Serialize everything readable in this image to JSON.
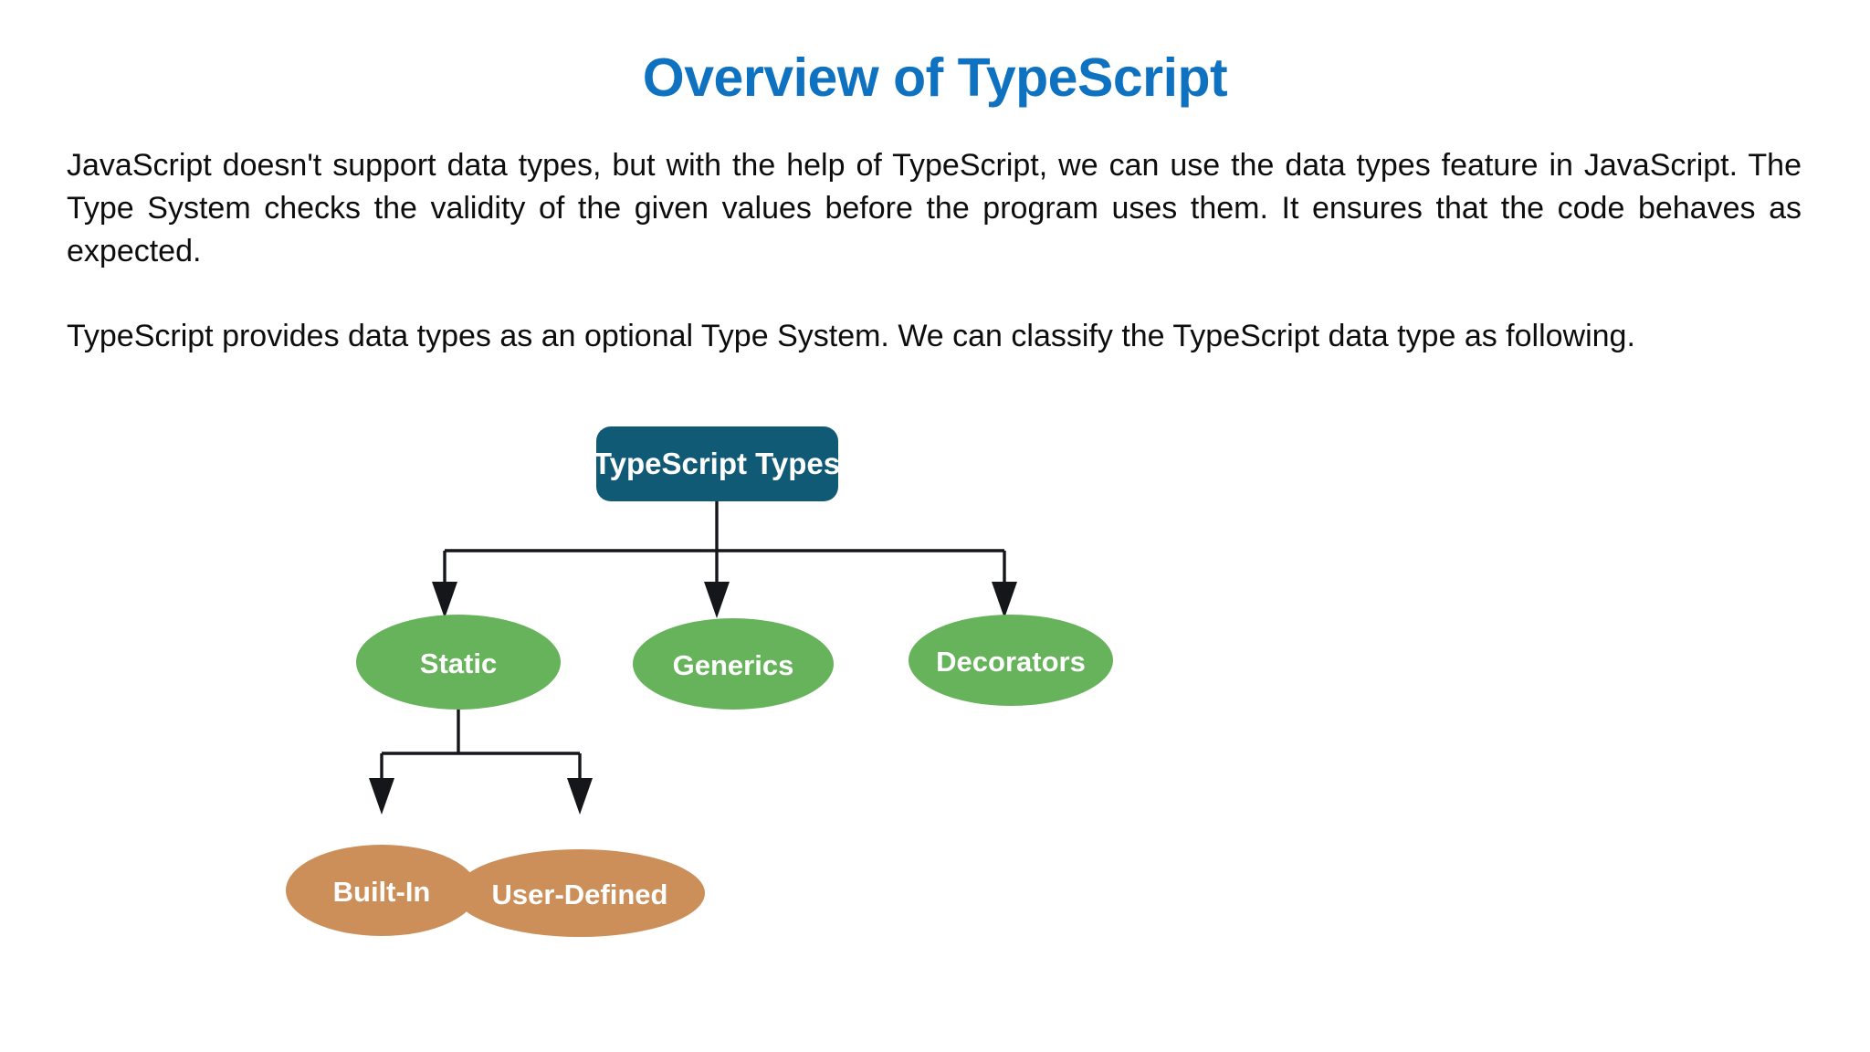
{
  "slide": {
    "title": "Overview of TypeScript",
    "title_color": "#0F72C0",
    "background_color": "#ffffff"
  },
  "body": {
    "paragraph_1": "JavaScript doesn't support data types, but with the help of TypeScript, we can use the data types feature in JavaScript. The Type System checks the validity of the given values before the program uses them. It ensures that the code behaves as expected.",
    "paragraph_2": "TypeScript provides data types as an optional Type System. We can classify the TypeScript data type as following."
  },
  "chart_data": {
    "type": "diagram",
    "subtype": "tree",
    "title": "TypeScript Types",
    "orientation": "top-down",
    "colors": {
      "root_fill": "#115A75",
      "level1_fill": "#67B35B",
      "level2_fill": "#CC8F5A",
      "node_text": "#ffffff",
      "edge": "#14161a"
    },
    "nodes": [
      {
        "id": "root",
        "label": "TypeScript Types",
        "shape": "rounded-rect",
        "level": 0,
        "fill": "#115A75"
      },
      {
        "id": "static",
        "label": "Static",
        "shape": "ellipse",
        "level": 1,
        "fill": "#67B35B"
      },
      {
        "id": "generics",
        "label": "Generics",
        "shape": "ellipse",
        "level": 1,
        "fill": "#67B35B"
      },
      {
        "id": "decorators",
        "label": "Decorators",
        "shape": "ellipse",
        "level": 1,
        "fill": "#67B35B"
      },
      {
        "id": "built-in",
        "label": "Built-In",
        "shape": "ellipse",
        "level": 2,
        "fill": "#CC8F5A"
      },
      {
        "id": "user-defined",
        "label": "User-Defined",
        "shape": "ellipse",
        "level": 2,
        "fill": "#CC8F5A"
      }
    ],
    "edges": [
      {
        "from": "root",
        "to": "static",
        "arrow": true
      },
      {
        "from": "root",
        "to": "generics",
        "arrow": true
      },
      {
        "from": "root",
        "to": "decorators",
        "arrow": true
      },
      {
        "from": "static",
        "to": "built-in",
        "arrow": true
      },
      {
        "from": "static",
        "to": "user-defined",
        "arrow": true
      }
    ]
  }
}
